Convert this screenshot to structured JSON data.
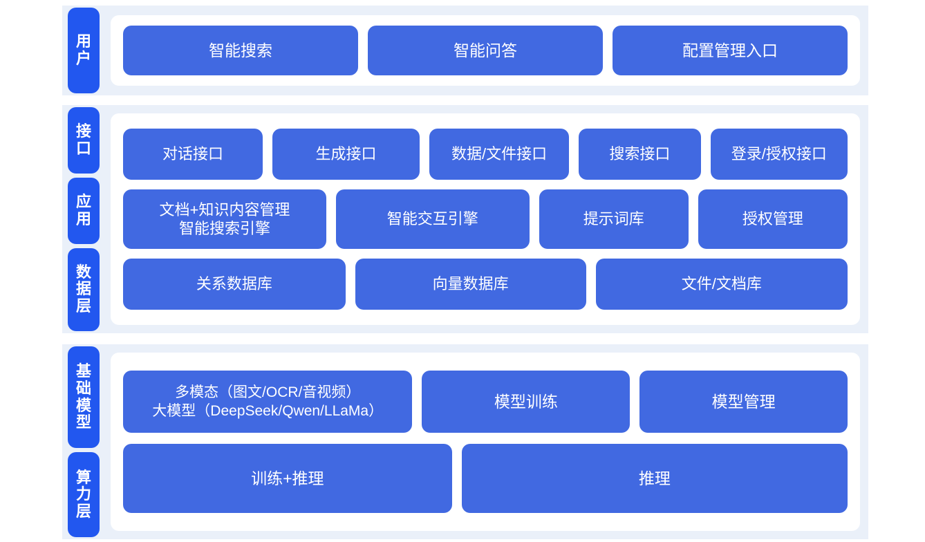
{
  "colors": {
    "page_background": "#ffffff",
    "section_background": "#eaf0f9",
    "tab_blue": "#2257ef",
    "box_blue": "#4169e1",
    "panel_white": "#ffffff",
    "text_white": "#ffffff"
  },
  "sections": [
    {
      "id": "user",
      "tabs": [
        {
          "label": "用户"
        }
      ],
      "rows": [
        {
          "id": "user-entries",
          "boxes": [
            {
              "label": "智能搜索",
              "flex": 1
            },
            {
              "label": "智能问答",
              "flex": 1
            },
            {
              "label": "配置管理入口",
              "flex": 1
            }
          ]
        }
      ]
    },
    {
      "id": "platform",
      "tabs": [
        {
          "label": "接口"
        },
        {
          "label": "应用"
        },
        {
          "label": "数据层"
        }
      ],
      "rows": [
        {
          "id": "interface",
          "boxes": [
            {
              "label": "对话接口",
              "flex": 1.02
            },
            {
              "label": "生成接口",
              "flex": 1.08
            },
            {
              "label": "数据/文件接口",
              "flex": 1.02
            },
            {
              "label": "搜索接口",
              "flex": 0.88
            },
            {
              "label": "登录/授权接口",
              "flex": 1.0
            }
          ]
        },
        {
          "id": "application",
          "boxes": [
            {
              "label": "文档+知识内容管理\n智能搜索引擎",
              "flex": 1.18
            },
            {
              "label": "智能交互引擎",
              "flex": 1.12
            },
            {
              "label": "提示词库",
              "flex": 0.85
            },
            {
              "label": "授权管理",
              "flex": 0.85
            }
          ]
        },
        {
          "id": "data",
          "boxes": [
            {
              "label": "关系数据库",
              "flex": 1
            },
            {
              "label": "向量数据库",
              "flex": 1.04
            },
            {
              "label": "文件/文档库",
              "flex": 1.14
            }
          ]
        }
      ]
    },
    {
      "id": "foundation",
      "tabs": [
        {
          "label": "基础模型"
        },
        {
          "label": "算力层"
        }
      ],
      "rows": [
        {
          "id": "model",
          "boxes": [
            {
              "label": "多模态（图文/OCR/音视频）\n大模型（DeepSeek/Qwen/LLaMa）",
              "flex": 1.3
            },
            {
              "label": "模型训练",
              "flex": 0.92
            },
            {
              "label": "模型管理",
              "flex": 0.92
            }
          ]
        },
        {
          "id": "compute",
          "boxes": [
            {
              "label": "训练+推理",
              "flex": 1
            },
            {
              "label": "推理",
              "flex": 1.18
            }
          ]
        }
      ]
    }
  ]
}
